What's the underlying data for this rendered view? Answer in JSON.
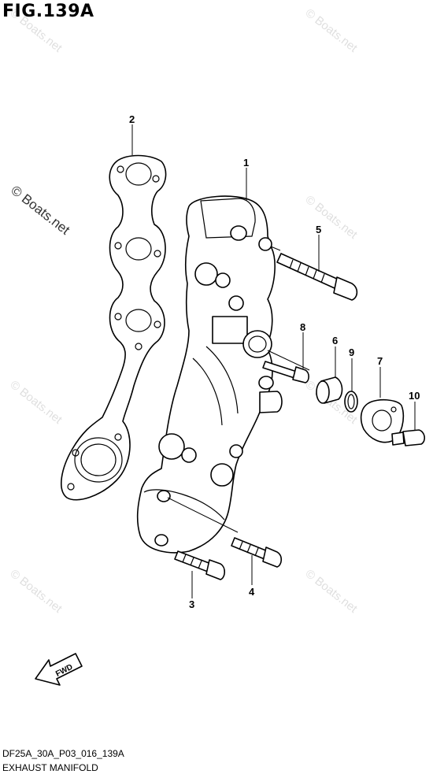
{
  "figure": {
    "title": "FIG.139A"
  },
  "footer": {
    "code": "DF25A_30A_P03_016_139A",
    "caption": "EXHAUST MANIFOLD"
  },
  "watermark": {
    "text": "© Boats.net"
  },
  "fwd_label": "FWD",
  "callouts": [
    "1",
    "2",
    "3",
    "4",
    "5",
    "6",
    "7",
    "8",
    "9",
    "10"
  ]
}
